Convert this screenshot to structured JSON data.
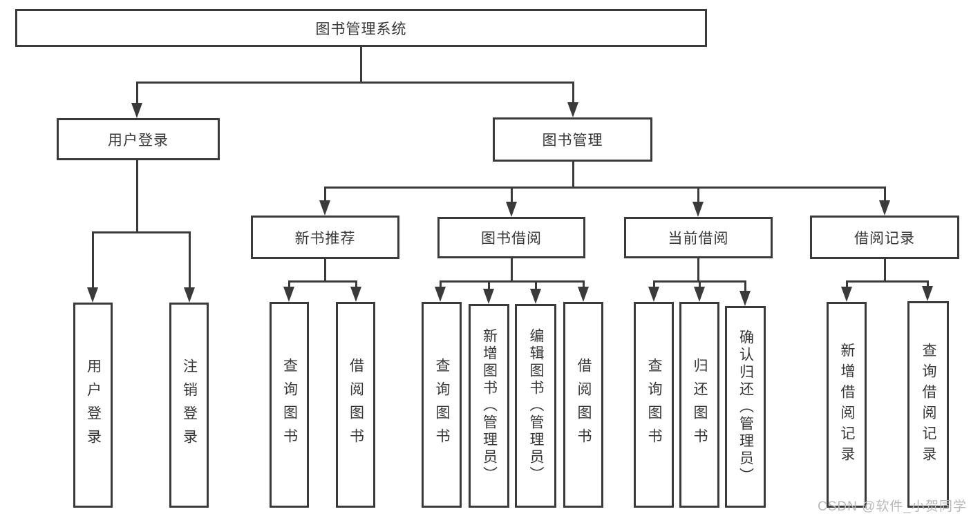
{
  "diagram": {
    "title": "图书管理系统",
    "nodes": [
      {
        "id": "root",
        "label": "图书管理系统",
        "level": 1,
        "parent": null
      },
      {
        "id": "login",
        "label": "用户登录",
        "level": 2,
        "parent": "root"
      },
      {
        "id": "book-mgmt",
        "label": "图书管理",
        "level": 2,
        "parent": "root"
      },
      {
        "id": "new-rec",
        "label": "新书推荐",
        "level": 3,
        "parent": "book-mgmt"
      },
      {
        "id": "book-borrow",
        "label": "图书借阅",
        "level": 3,
        "parent": "book-mgmt"
      },
      {
        "id": "current-borrow",
        "label": "当前借阅",
        "level": 3,
        "parent": "book-mgmt"
      },
      {
        "id": "borrow-records",
        "label": "借阅记录",
        "level": 3,
        "parent": "book-mgmt"
      },
      {
        "id": "user-login",
        "label": "用户登录",
        "level": 4,
        "parent": "login"
      },
      {
        "id": "logout",
        "label": "注销登录",
        "level": 4,
        "parent": "login"
      },
      {
        "id": "nr-query",
        "label": "查询图书",
        "level": 4,
        "parent": "new-rec"
      },
      {
        "id": "nr-borrow",
        "label": "借阅图书",
        "level": 4,
        "parent": "new-rec"
      },
      {
        "id": "bb-query",
        "label": "查询图书",
        "level": 4,
        "parent": "book-borrow"
      },
      {
        "id": "bb-add",
        "label": "新增图书（管理员）",
        "level": 4,
        "parent": "book-borrow"
      },
      {
        "id": "bb-edit",
        "label": "编辑图书（管理员）",
        "level": 4,
        "parent": "book-borrow"
      },
      {
        "id": "bb-borrow",
        "label": "借阅图书",
        "level": 4,
        "parent": "book-borrow"
      },
      {
        "id": "cb-query",
        "label": "查询图书",
        "level": 4,
        "parent": "current-borrow"
      },
      {
        "id": "cb-return",
        "label": "归还图书",
        "level": 4,
        "parent": "current-borrow"
      },
      {
        "id": "cb-confirm",
        "label": "确认归还（管理员）",
        "level": 4,
        "parent": "current-borrow"
      },
      {
        "id": "br-add",
        "label": "新增借阅记录",
        "level": 4,
        "parent": "borrow-records"
      },
      {
        "id": "br-query",
        "label": "查询借阅记录",
        "level": 4,
        "parent": "borrow-records"
      }
    ]
  },
  "watermark": "CSDN @软件_小贺同学",
  "colors": {
    "line": "#3a3a3a",
    "box_border": "#3a3a3a",
    "text": "#373737",
    "background": "#ffffff",
    "watermark": "#b9b9b9"
  }
}
